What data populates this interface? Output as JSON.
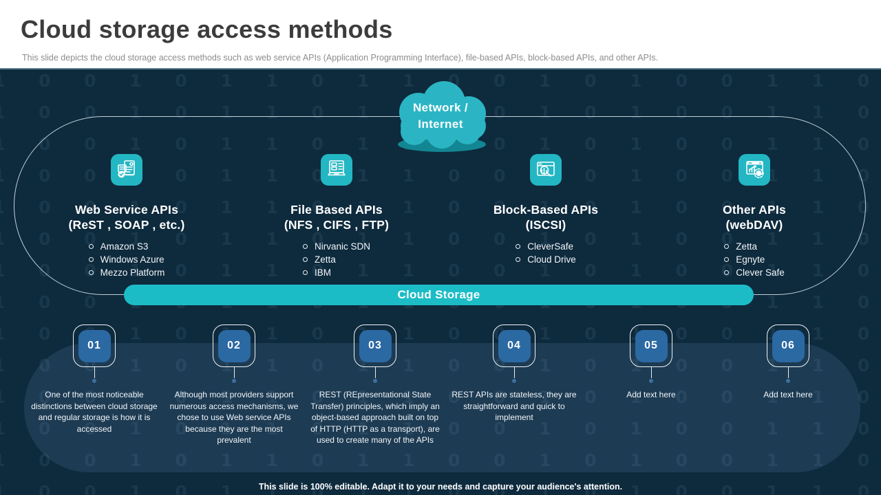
{
  "header": {
    "title": "Cloud storage access methods",
    "subtitle": "This slide depicts the cloud storage access methods such as web service APIs (Application Programming Interface), file-based APIs, block-based APIs, and other APIs."
  },
  "cloud": {
    "line1": "Network /",
    "line2": "Internet"
  },
  "bar_label": "Cloud Storage",
  "columns": [
    {
      "icon": "document-check-icon",
      "title_line1": "Web Service APIs",
      "title_line2": "(ReST , SOAP , etc.)",
      "items": [
        "Amazon S3",
        "Windows Azure",
        "Mezzo Platform"
      ]
    },
    {
      "icon": "laptop-server-icon",
      "title_line1": "File Based APIs",
      "title_line2": "(NFS , CIFS , FTP)",
      "items": [
        "Nirvanic SDN",
        "Zetta",
        "IBM"
      ]
    },
    {
      "icon": "search-chart-icon",
      "title_line1": "Block-Based APIs",
      "title_line2": "(ISCSI)",
      "items": [
        "CleverSafe",
        "Cloud Drive"
      ]
    },
    {
      "icon": "chart-gear-icon",
      "title_line1": "Other APIs",
      "title_line2": "(webDAV)",
      "items": [
        "Zetta",
        "Egnyte",
        "Clever Safe"
      ]
    }
  ],
  "steps": [
    {
      "number": "01",
      "text": "One of the most noticeable distinctions between cloud storage and regular storage is how it is accessed"
    },
    {
      "number": "02",
      "text": "Although most providers support numerous access mechanisms, we chose to use Web service APIs because they are the most prevalent"
    },
    {
      "number": "03",
      "text": "REST (REpresentational State Transfer) principles, which imply an object-based approach built on top of HTTP (HTTP as a transport), are used to create many of the APIs"
    },
    {
      "number": "04",
      "text": "REST APIs are stateless, they are straightforward and quick to implement"
    },
    {
      "number": "05",
      "text": "Add text here"
    },
    {
      "number": "06",
      "text": "Add text here"
    }
  ],
  "footer": "This slide is 100% editable. Adapt it to your needs and capture your audience's attention.",
  "colors": {
    "teal": "#23b6c3",
    "bar_teal": "#1cbcc7",
    "body_bg": "#0e2a3d",
    "panel_blue": "#1d3b53",
    "step_blue": "#2b69a3",
    "title_gray": "#3c3c3c"
  },
  "pattern": {
    "unit": "1 0 0 1 0 1 1 0 1 1 0 0 1 0 1 0 0 1 1 0 ",
    "repeat": 40
  }
}
